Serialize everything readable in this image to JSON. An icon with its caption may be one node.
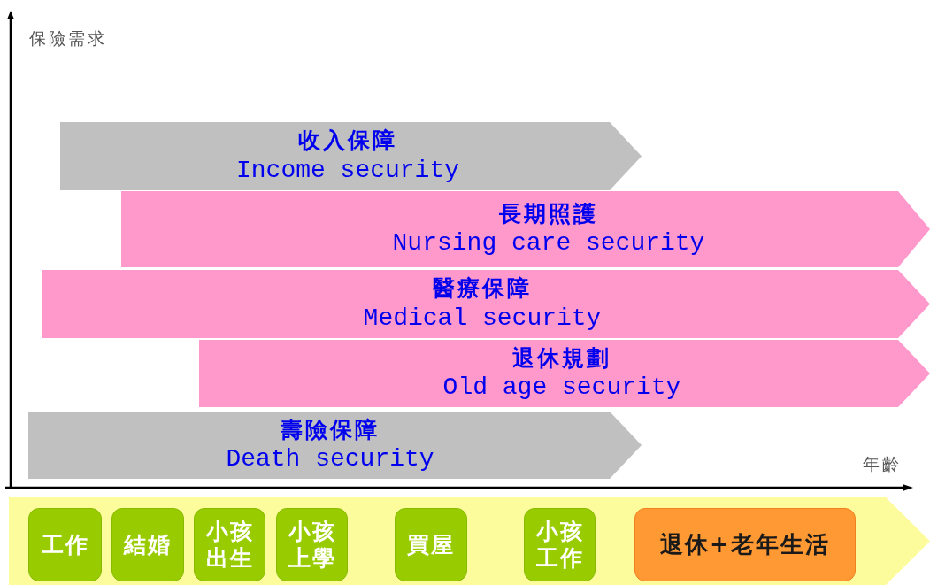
{
  "diagram": {
    "nodes": [
      {
        "text": [
          "收入保障",
          "Income security"
        ]
      },
      {
        "text": [
          "長期照護",
          "Nursing care security"
        ]
      },
      {
        "text": [
          "醫療保障",
          "Medical security"
        ]
      },
      {
        "text": [
          "退休規劃",
          "Old age security"
        ]
      },
      {
        "text": [
          "壽險保障",
          "Death security"
        ]
      },
      {
        "text": [],
        "shape": "bar"
      },
      {
        "text": [
          "工作"
        ],
        "in": 5
      },
      {
        "text": [
          "結婚"
        ],
        "in": 5
      },
      {
        "text": [
          "小孩出生"
        ],
        "in": 5
      },
      {
        "text": [
          "小孩上學"
        ],
        "in": 5
      },
      {
        "text": [
          "買屋"
        ],
        "in": 5
      },
      {
        "text": [
          "小孩工作"
        ],
        "in": 5
      },
      {
        "text": [
          "退休+老年生活"
        ],
        "in": 5
      }
    ],
    "edges": [],
    "labels": [
      "保險需求",
      "年齡"
    ]
  }
}
